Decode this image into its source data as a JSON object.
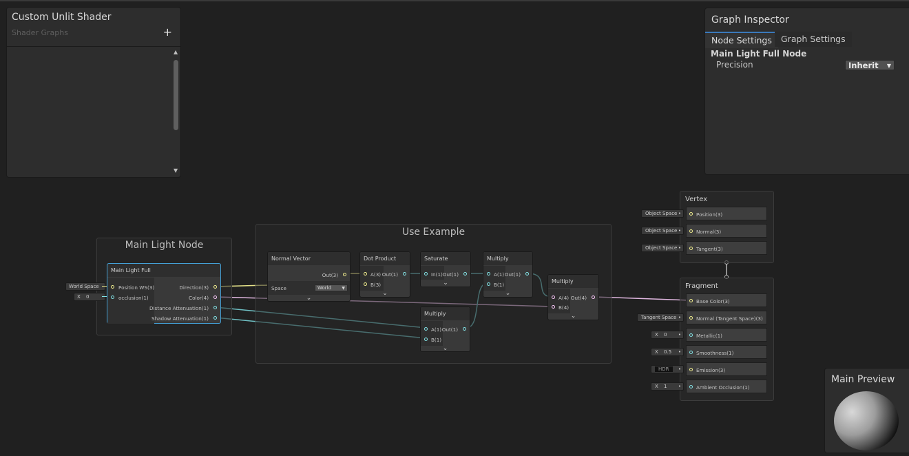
{
  "blackboard": {
    "title": "Custom Unlit Shader",
    "subtitle": "Shader Graphs",
    "add_label": "+"
  },
  "inspector": {
    "title": "Graph Inspector",
    "tabs": [
      "Node Settings",
      "Graph Settings"
    ],
    "node_title": "Main Light Full Node",
    "precision_label": "Precision",
    "precision_value": "Inherit"
  },
  "groups": {
    "main_light": "Main Light Node",
    "use_example": "Use Example"
  },
  "nodes": {
    "main_light_full": {
      "title": "Main Light Full",
      "inputs": [
        "Position WS(3)",
        "occlusion(1)"
      ],
      "outputs": [
        "Direction(3)",
        "Color(4)",
        "Distance Attenuation(1)",
        "Shadow Attenuation(1)"
      ],
      "pos_default": "World Space",
      "occ_x": "X",
      "occ_val": "0"
    },
    "normal_vector": {
      "title": "Normal Vector",
      "output": "Out(3)",
      "space_label": "Space",
      "space_value": "World"
    },
    "dot_product": {
      "title": "Dot Product",
      "in_a": "A(3)",
      "in_b": "B(3)",
      "out": "Out(1)"
    },
    "saturate": {
      "title": "Saturate",
      "in": "In(1)",
      "out": "Out(1)"
    },
    "multiply_top": {
      "title": "Multiply",
      "in_a": "A(1)",
      "in_b": "B(1)",
      "out": "Out(1)"
    },
    "multiply_bottom": {
      "title": "Multiply",
      "in_a": "A(1)",
      "in_b": "B(1)",
      "out": "Out(1)"
    },
    "multiply_right": {
      "title": "Multiply",
      "in_a": "A(4)",
      "in_b": "B(4)",
      "out": "Out(4)"
    }
  },
  "vertex": {
    "title": "Vertex",
    "slots": [
      {
        "label": "Position(3)",
        "default": "Object Space"
      },
      {
        "label": "Normal(3)",
        "default": "Object Space"
      },
      {
        "label": "Tangent(3)",
        "default": "Object Space"
      }
    ]
  },
  "fragment": {
    "title": "Fragment",
    "slots": [
      {
        "label": "Base Color(3)",
        "default": ""
      },
      {
        "label": "Normal (Tangent Space)(3)",
        "default": "Tangent Space"
      },
      {
        "label": "Metallic(1)",
        "default_x": "X",
        "default": "0"
      },
      {
        "label": "Smoothness(1)",
        "default_x": "X",
        "default": "0.5"
      },
      {
        "label": "Emission(3)",
        "default": "HDR"
      },
      {
        "label": "Ambient Occlusion(1)",
        "default_x": "X",
        "default": "1"
      }
    ]
  },
  "preview": {
    "title": "Main Preview"
  },
  "colors": {
    "vec3": "#f3f08f",
    "vec4": "#fbc8fb",
    "float": "#84e4e7",
    "accent": "#3a79bb",
    "wire_float": "#6fc0c4"
  }
}
